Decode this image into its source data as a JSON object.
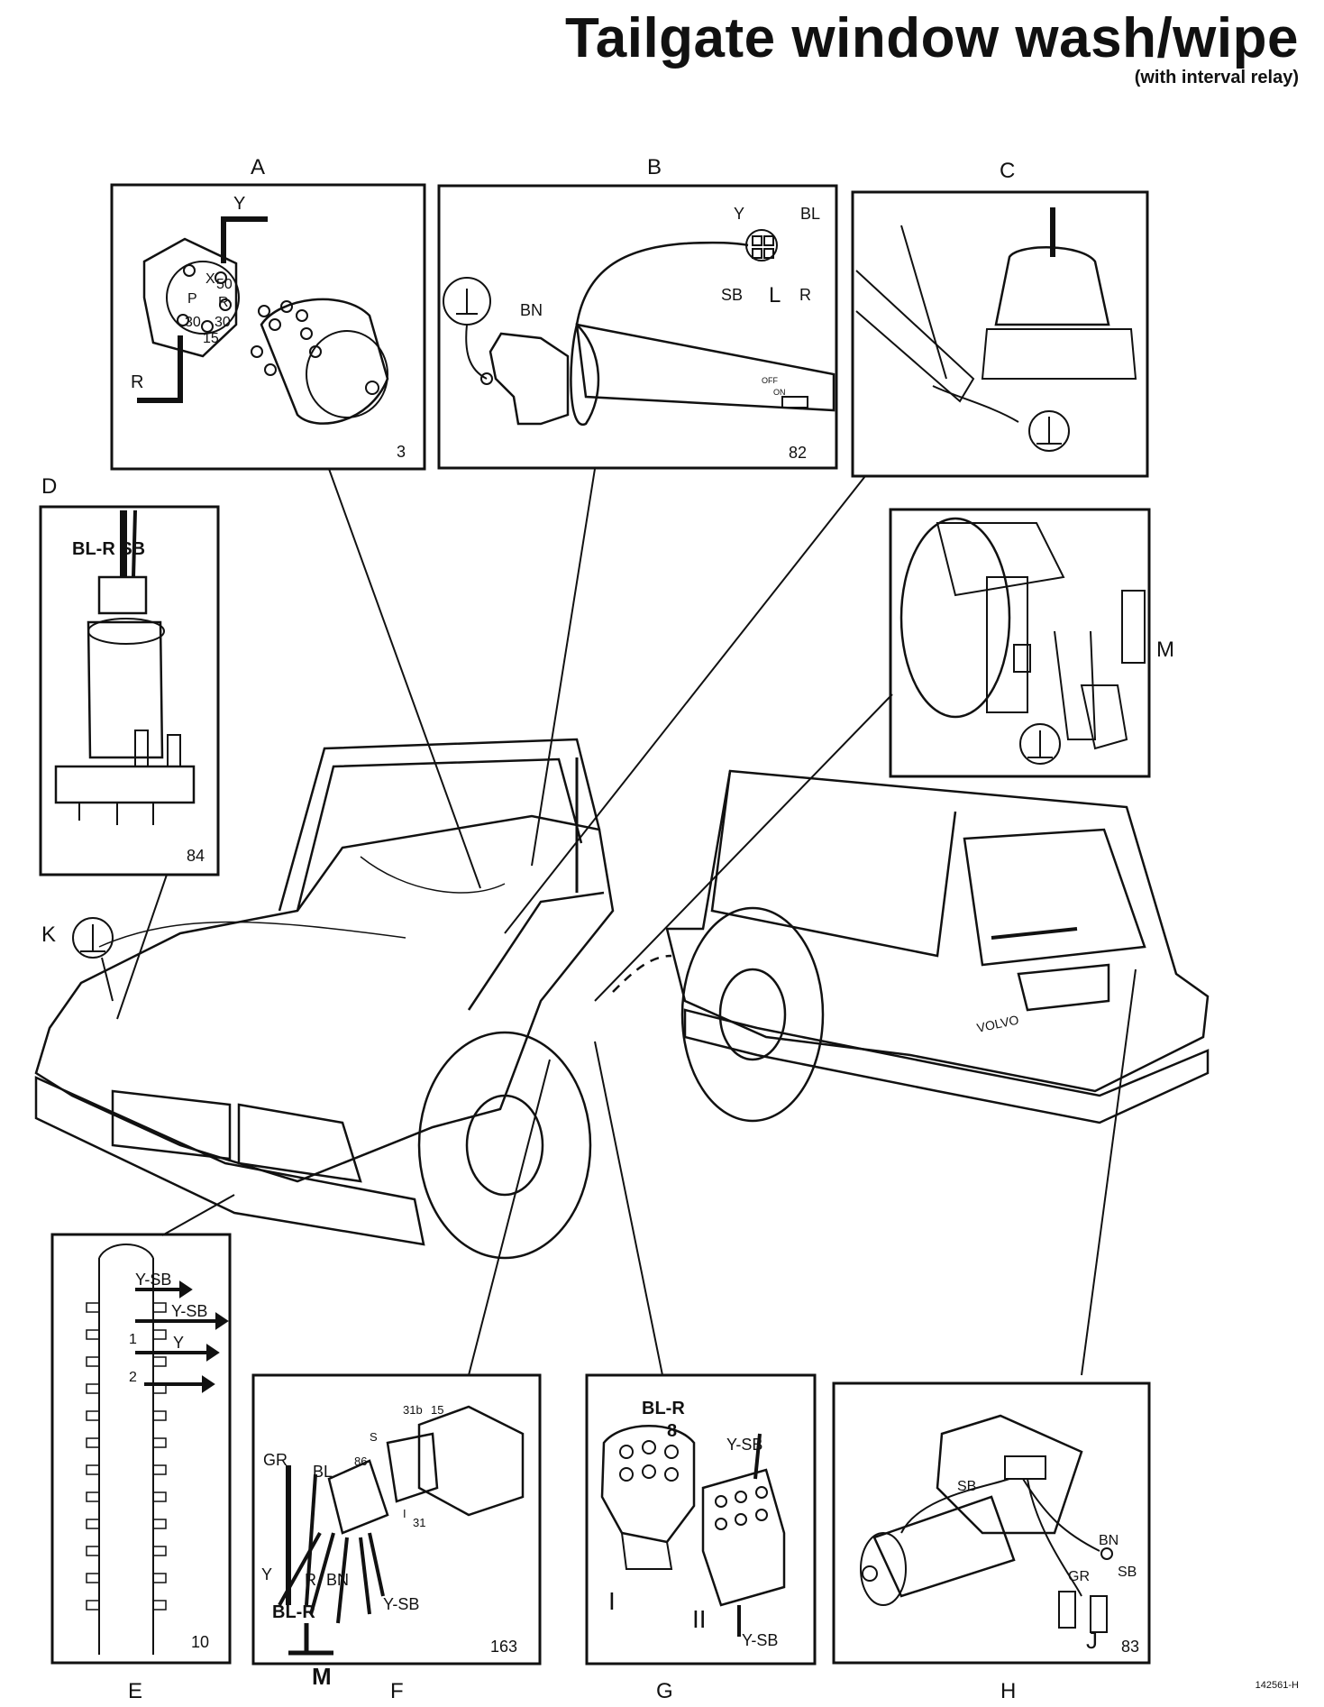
{
  "header": {
    "title": "Tailgate window wash/wipe",
    "subtitle": "(with interval relay)"
  },
  "panels": {
    "A": {
      "letter": "A",
      "page_ref": "3",
      "wires": {
        "y": "Y",
        "r": "R"
      },
      "terminals": [
        "X",
        "50",
        "P",
        "R",
        "30",
        "30",
        "15"
      ]
    },
    "B": {
      "letter": "B",
      "page_ref": "82",
      "wires": {
        "y": "Y",
        "bl": "BL",
        "sb": "SB",
        "r": "R",
        "bn": "BN"
      },
      "ground": "L",
      "switch_text": {
        "off": "OFF",
        "on": "ON"
      }
    },
    "C": {
      "letter": "C"
    },
    "D": {
      "letter": "D",
      "page_ref": "84",
      "wires_label": "BL-R  SB"
    },
    "M": {
      "letter": "M"
    },
    "K": {
      "letter": "K"
    },
    "E": {
      "letter": "E",
      "page_ref": "10",
      "wires": {
        "ysb1": "Y-SB",
        "ysb2": "Y-SB",
        "y": "Y"
      },
      "pins": {
        "p1": "1",
        "p2": "2"
      }
    },
    "F": {
      "letter": "F",
      "page_ref": "163",
      "wires": {
        "gr": "GR",
        "bl": "BL",
        "y": "Y",
        "r": "R",
        "bn": "BN",
        "ysb": "Y-SB",
        "blr": "BL-R"
      },
      "ground": "M",
      "terminals": {
        "t31b": "31b",
        "t15": "15",
        "ts": "S",
        "t86": "86",
        "tI": "I",
        "t31": "31"
      }
    },
    "G": {
      "letter": "G",
      "wires": {
        "blr": "BL-R",
        "ysb_top": "Y-SB",
        "ysb_bottom": "Y-SB"
      },
      "pin": "8",
      "connectors": {
        "i": "I",
        "ii": "II"
      }
    },
    "H": {
      "letter": "H",
      "page_ref": "83",
      "wires": {
        "sb": "SB",
        "bn": "BN",
        "gr": "GR",
        "sb2": "SB"
      },
      "plug": "J"
    }
  },
  "car": {
    "badge": "VOLVO"
  },
  "footer": {
    "ref_code": "142561-H"
  }
}
